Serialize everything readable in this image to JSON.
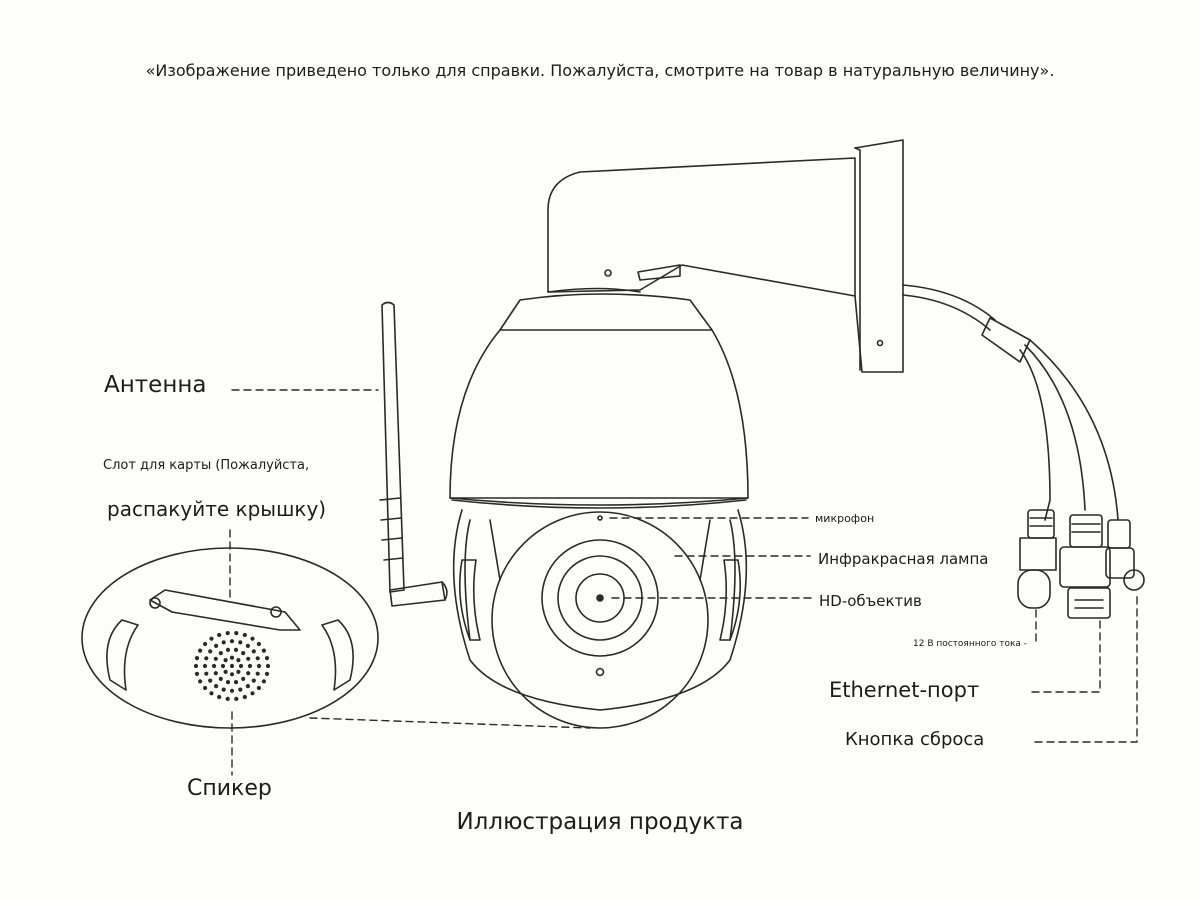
{
  "header": {
    "disclaimer": "«Изображение приведено только для справки. Пожалуйста, смотрите на товар в натуральную величину»."
  },
  "callouts": {
    "antenna": "Антенна",
    "card_slot_line1": "Слот для карты (Пожалуйста,",
    "card_slot_line2": "распакуйте крышку)",
    "speaker": "Спикер",
    "microphone": "микрофон",
    "ir_lamp": "Инфракрасная лампа",
    "hd_lens": "HD-объектив",
    "dc_12v": "12 В постоянного тока -",
    "ethernet_port": "Ethernet-порт",
    "reset_button": "Кнопка сброса"
  },
  "footer": {
    "caption": "Иллюстрация продукта"
  },
  "colors": {
    "line": "#2a2a2a",
    "background": "#fdfdfc"
  }
}
